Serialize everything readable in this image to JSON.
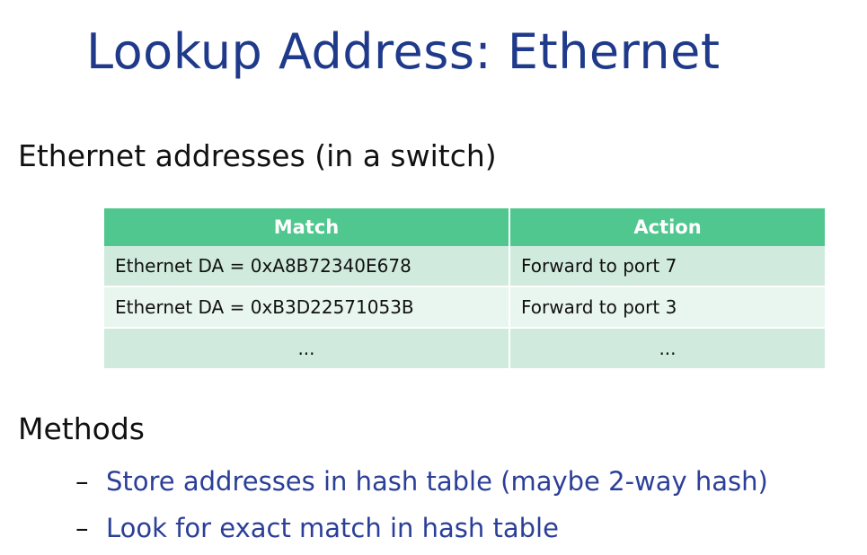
{
  "slide": {
    "title": "Lookup Address: Ethernet",
    "section1": "Ethernet addresses (in a switch)",
    "table": {
      "headers": [
        "Match",
        "Action"
      ],
      "rows": [
        [
          "Ethernet DA = 0xA8B72340E678",
          "Forward to port 7"
        ],
        [
          "Ethernet DA = 0xB3D22571053B",
          "Forward to port 3"
        ],
        [
          "...",
          "..."
        ]
      ]
    },
    "section2": "Methods",
    "bullets": [
      "Store addresses in hash table (maybe 2-way hash)",
      "Look for exact match in hash table"
    ],
    "dash_glyph": "–"
  },
  "colors": {
    "title": "#1f3a8a",
    "table_header": "#4fc78e",
    "row_dark": "#d0ebdd",
    "row_light": "#e9f6ef",
    "bullet_text": "#2b3f98"
  }
}
